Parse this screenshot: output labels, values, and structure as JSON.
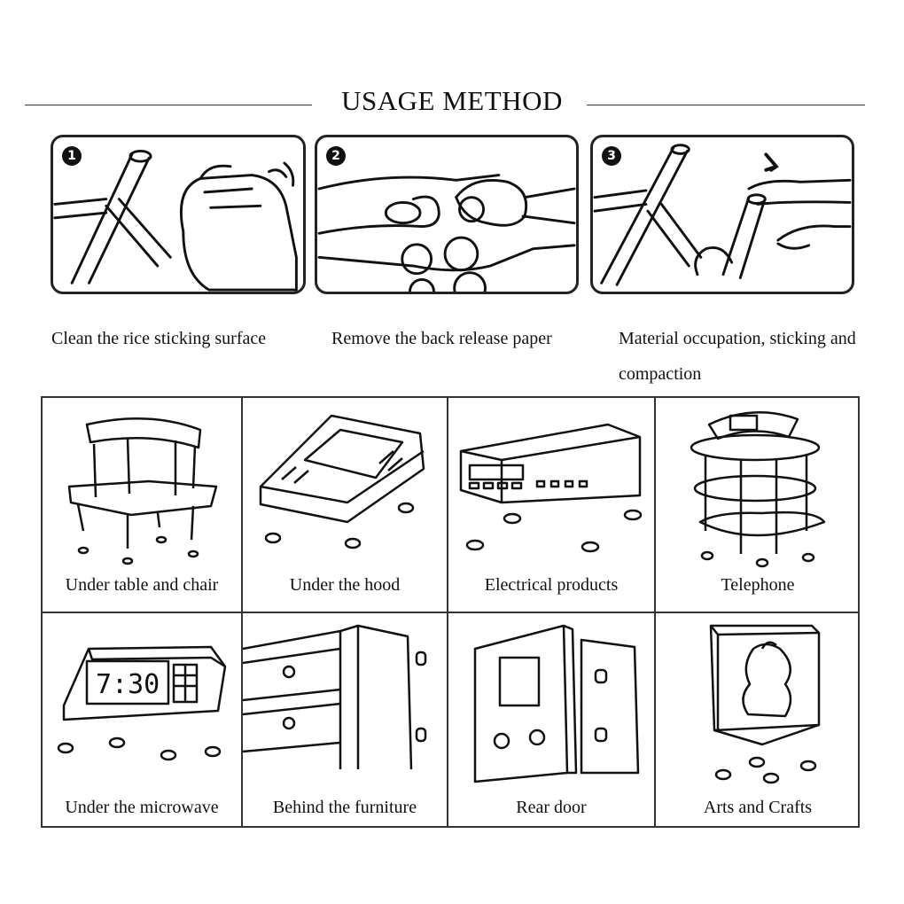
{
  "header": {
    "title": "USAGE METHOD"
  },
  "steps": [
    {
      "number": "1",
      "caption": "Clean the rice sticking surface"
    },
    {
      "number": "2",
      "caption": "Remove the back release paper"
    },
    {
      "number": "3",
      "caption": "Material occupation, sticking and compaction"
    }
  ],
  "uses": [
    {
      "label": "Under table and chair"
    },
    {
      "label": "Under the hood"
    },
    {
      "label": "Electrical products"
    },
    {
      "label": "Telephone"
    },
    {
      "label": "Under the microwave"
    },
    {
      "label": "Behind the furniture"
    },
    {
      "label": "Rear door"
    },
    {
      "label": "Arts and Crafts"
    }
  ],
  "clock_display": "7:30"
}
